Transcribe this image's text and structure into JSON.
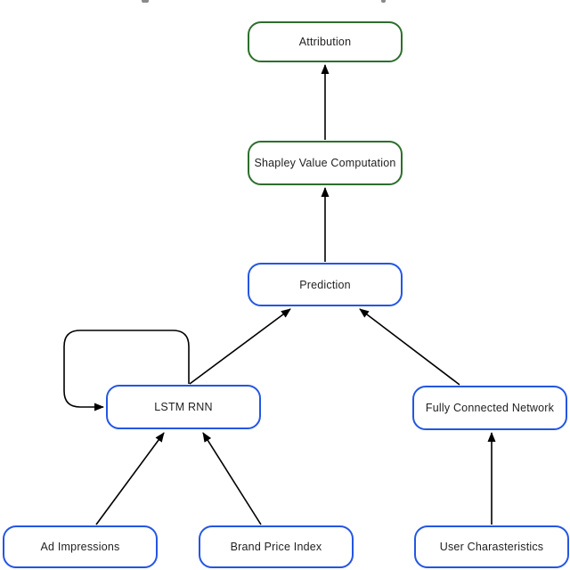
{
  "diagram": {
    "nodes": [
      {
        "id": "attribution",
        "label": "Attribution",
        "color": "green"
      },
      {
        "id": "shapley-value-computation",
        "label": "Shapley Value Computation",
        "color": "green"
      },
      {
        "id": "prediction",
        "label": "Prediction",
        "color": "blue"
      },
      {
        "id": "lstm-rnn",
        "label": "LSTM RNN",
        "color": "blue"
      },
      {
        "id": "fully-connected-network",
        "label": "Fully Connected Network",
        "color": "blue"
      },
      {
        "id": "ad-impressions",
        "label": "Ad Impressions",
        "color": "blue"
      },
      {
        "id": "brand-price-index",
        "label": "Brand Price Index",
        "color": "blue"
      },
      {
        "id": "user-characteristics",
        "label": "User Charasteristics",
        "color": "blue"
      }
    ],
    "edges": [
      {
        "from": "ad-impressions",
        "to": "lstm-rnn"
      },
      {
        "from": "brand-price-index",
        "to": "lstm-rnn"
      },
      {
        "from": "user-characteristics",
        "to": "fully-connected-network"
      },
      {
        "from": "lstm-rnn",
        "to": "lstm-rnn",
        "type": "self-loop"
      },
      {
        "from": "lstm-rnn",
        "to": "prediction"
      },
      {
        "from": "fully-connected-network",
        "to": "prediction"
      },
      {
        "from": "prediction",
        "to": "shapley-value-computation"
      },
      {
        "from": "shapley-value-computation",
        "to": "attribution"
      }
    ],
    "colors": {
      "green": "#2d6e2d",
      "blue": "#2456e3",
      "arrow": "#000000",
      "text": "#1f1f1f"
    }
  }
}
